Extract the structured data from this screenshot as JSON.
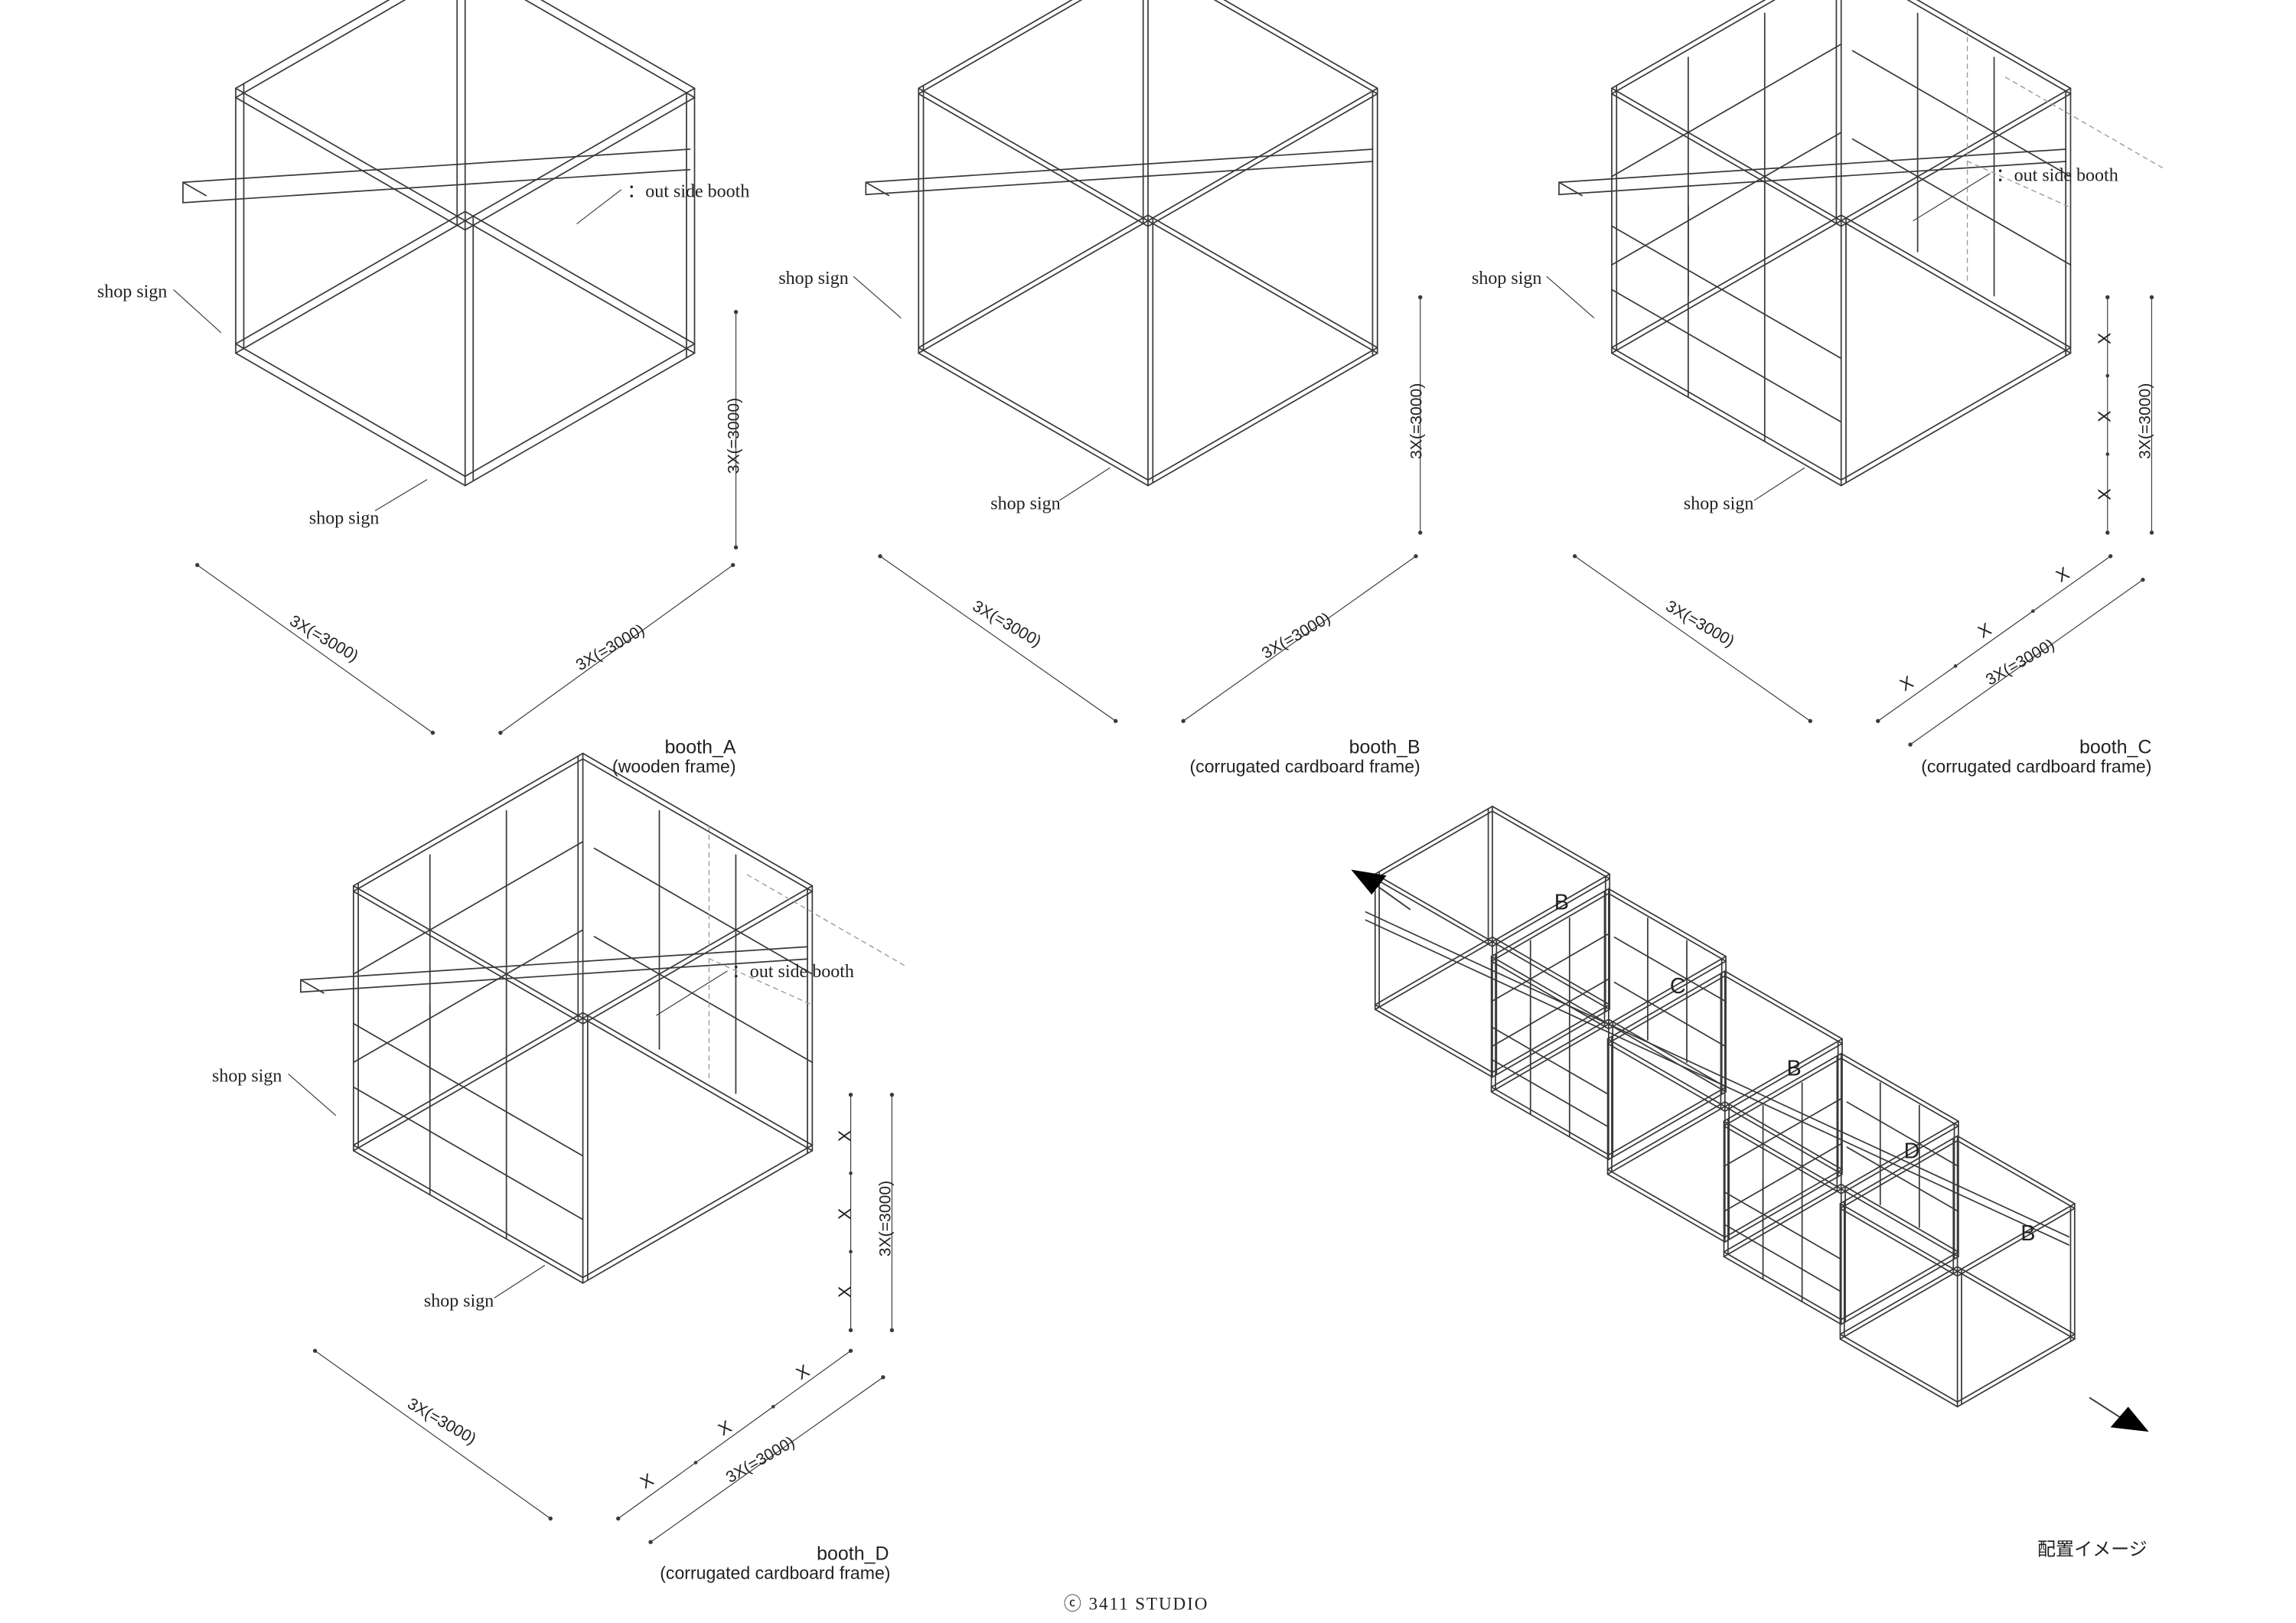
{
  "labels": {
    "shop_sign": "shop sign",
    "outside_booth": "：out side booth",
    "dim_3000": "3X(=3000)",
    "unit_x": "X"
  },
  "booths": {
    "a": {
      "name": "booth_A",
      "frame": "(wooden frame)"
    },
    "b": {
      "name": "booth_B",
      "frame": "(corrugated cardboard frame)"
    },
    "c": {
      "name": "booth_C",
      "frame": "(corrugated cardboard frame)"
    },
    "d": {
      "name": "booth_D",
      "frame": "(corrugated cardboard frame)"
    }
  },
  "layout": {
    "caption": "配置イメージ",
    "sequence": [
      "B",
      "C",
      "B",
      "D",
      "B"
    ]
  },
  "footer": {
    "copyright": "ⓒ 3411 STUDIO"
  },
  "colors": {
    "line": "#3a3a3a",
    "text": "#222222",
    "dash": "#9a9a9a"
  }
}
